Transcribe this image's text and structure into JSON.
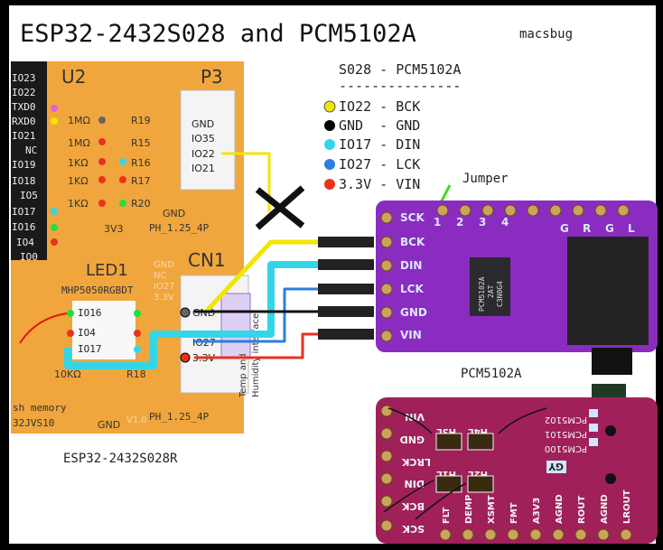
{
  "title": "ESP32-2432S028 and PCM5102A",
  "author": "macsbug",
  "legend": {
    "header": "S028 - PCM5102A",
    "separator": "---------------",
    "items": [
      {
        "label": "IO22 - BCK",
        "color": "#f2e600"
      },
      {
        "label": "GND  - GND",
        "color": "#000000"
      },
      {
        "label": "IO17 - DIN",
        "color": "#33d6e6"
      },
      {
        "label": "IO27 - LCK",
        "color": "#2e7de0"
      },
      {
        "label": "3.3V - VIN",
        "color": "#e8321e"
      }
    ]
  },
  "jumper_label": "Jumper",
  "esp_board": {
    "caption": "ESP32-2432S028R",
    "u2": "U2",
    "u2_pins": [
      "IO23",
      "IO22",
      "TXD0",
      "RXD0",
      "IO21",
      "NC",
      "IO19",
      "IO18",
      "IO5",
      "IO17",
      "IO16",
      "IO4",
      "IO0"
    ],
    "resistors": [
      {
        "value": "1MΩ",
        "name": "R19"
      },
      {
        "value": "1MΩ",
        "name": "R15"
      },
      {
        "value": "1KΩ",
        "name": "R16"
      },
      {
        "value": "1KΩ",
        "name": "R17"
      },
      {
        "value": "1KΩ",
        "name": "R20"
      }
    ],
    "v3v3": "3V3",
    "p3": {
      "name": "P3",
      "pins": [
        "GND",
        "IO35",
        "IO22",
        "IO21"
      ],
      "footprint": "PH_1.25_4P",
      "gnd": "GND"
    },
    "cn1": {
      "name": "CN1",
      "pins": [
        "GND",
        "IO27",
        "3.3V"
      ],
      "footprint": "PH_1.25_4P",
      "silk": [
        "GND",
        "NC",
        "IO27",
        "3.3V"
      ]
    },
    "led": {
      "name": "LED1",
      "part": "MHP5050RGBDT",
      "pins": [
        "IO16",
        "IO4",
        "IO17"
      ]
    },
    "r18": {
      "value": "10KΩ",
      "name": "R18"
    },
    "flash": [
      "sh memory",
      "32JVS10"
    ],
    "gnd_bottom": "GND",
    "version": "V1.0",
    "sensor_text": [
      "Temp and",
      "Humidity interface"
    ]
  },
  "pcm_board": {
    "caption": "PCM5102A",
    "pins": [
      "SCK",
      "BCK",
      "DIN",
      "LCK",
      "GND",
      "VIN"
    ],
    "top_numbers": [
      "1",
      "2",
      "3",
      "4"
    ],
    "jack_pins": [
      "G",
      "R",
      "G",
      "L"
    ],
    "chip": [
      "PCM5102A",
      "2AT",
      "C3N0G4"
    ]
  },
  "pcm_back": {
    "side_pins": [
      "VIN",
      "GND",
      "LRCK",
      "DIN",
      "BCK",
      "SCK"
    ],
    "bottom_pins": [
      "FLT",
      "DEMP",
      "XSMT",
      "FMT",
      "A3V3",
      "AGND",
      "ROUT",
      "AGND",
      "LROUT"
    ],
    "jumpers_top": [
      "H3L",
      "H4L"
    ],
    "jumpers_bottom": [
      "H1L",
      "H2L"
    ],
    "variants": [
      "PCM5102",
      "PCM5101",
      "PCM5100"
    ],
    "brand": "GY"
  }
}
